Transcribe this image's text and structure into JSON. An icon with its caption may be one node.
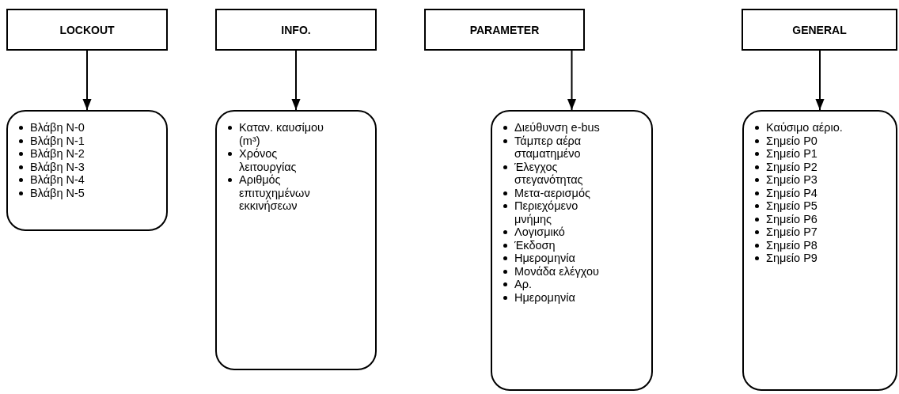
{
  "diagram": {
    "nodes": [
      {
        "text": [
          "LOCKOUT"
        ]
      },
      {
        "text": [
          "INFO."
        ]
      },
      {
        "text": [
          "PARAMETER"
        ]
      },
      {
        "text": [
          "GENERAL"
        ]
      },
      {
        "text": [
          "Βλάβη N-0",
          "Βλάβη N-1",
          "Βλάβη N-2",
          "Βλάβη N-3",
          "Βλάβη N-4",
          "Βλάβη N-5"
        ]
      },
      {
        "text": [
          "Καταν. καυσίμου (m³)",
          "Χρόνος λειτουργίας",
          "Αριθμός επιτυχημένων εκκινήσεων"
        ]
      },
      {
        "text": [
          "Διεύθυνση e-bus",
          "Τάμπερ αέρα σταματημένο",
          "Έλεγχος στεγανότητας",
          "Μετα-αερισμός",
          "Περιεχόμενο μνήμης",
          "Λογισμικό",
          "Έκδοση",
          "Ημερομηνία",
          "Μονάδα ελέγχου",
          "Αρ.",
          "Ημερομηνία"
        ]
      },
      {
        "text": [
          "Καύσιμο αέριο.",
          "Σημείο P0",
          "Σημείο P1",
          "Σημείο P2",
          "Σημείο P3",
          "Σημείο P4",
          "Σημείο P5",
          "Σημείο P6",
          "Σημείο P7",
          "Σημείο P8",
          "Σημείο P9"
        ]
      }
    ],
    "edges": [
      {
        "from": 0,
        "to": 4,
        "arrow": "to"
      },
      {
        "from": 1,
        "to": 5,
        "arrow": "to"
      },
      {
        "from": 2,
        "to": 6,
        "arrow": "to"
      },
      {
        "from": 3,
        "to": 7,
        "arrow": "to"
      }
    ]
  }
}
